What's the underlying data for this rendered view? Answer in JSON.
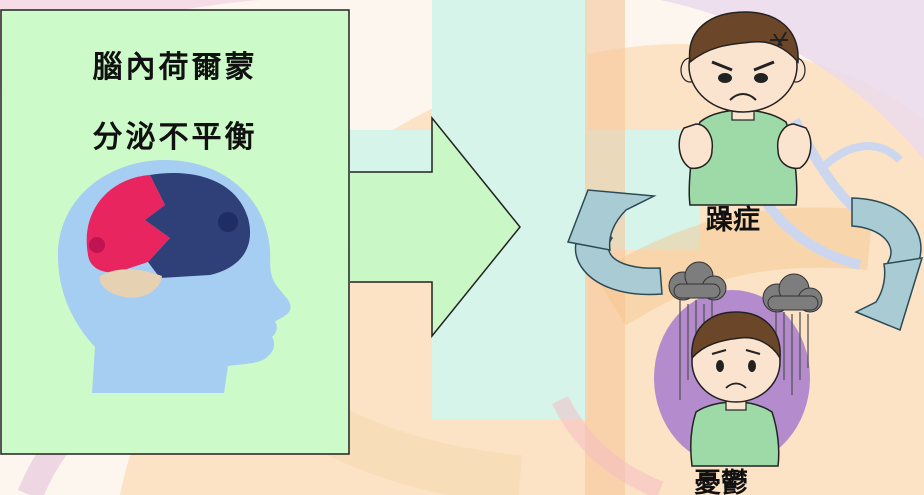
{
  "box": {
    "title_line1": "腦內荷爾蒙",
    "title_line2": "分泌不平衡"
  },
  "states": {
    "mania": "躁症",
    "depression": "憂鬱"
  },
  "colors": {
    "box_fill": "#cdfac9",
    "arrow_fill": "#c9f7c6",
    "head_fill": "#a6cdf2",
    "brain_red": "#e8255f",
    "brain_navy": "#2f3f78",
    "brain_beige": "#e6d2b2",
    "cycle_arrow": "#a9ccd4",
    "depression_halo": "#b48ccd",
    "shirt": "#9ed9a8"
  }
}
